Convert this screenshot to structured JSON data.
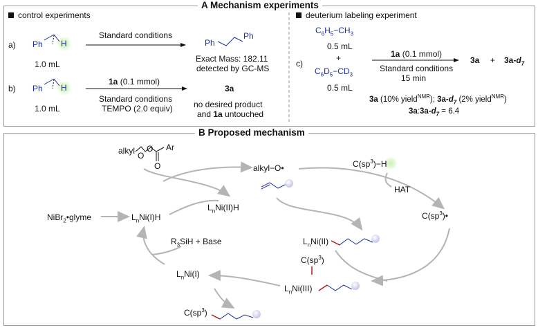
{
  "panelA": {
    "letter": "A",
    "title": "Mechanism experiments",
    "control_title": "control experiments",
    "row_a_label": "a)",
    "row_b_label": "b)",
    "reagent_ph": "Ph",
    "reagent_h": "H",
    "amount_a": "1.0 mL",
    "amount_b": "1.0 mL",
    "arrow_a_top": "Standard conditions",
    "product_ph_left": "Ph",
    "product_ph_right": "Ph",
    "exact_mass": "Exact Mass: 182.11",
    "detected": "detected by GC-MS",
    "arrow_b_top_bold": "1a",
    "arrow_b_top_rest": " (0.1 mmol)",
    "arrow_b_bottom1": "Standard conditions",
    "arrow_b_bottom2": "TEMPO (2.0 equiv)",
    "product_b": "3a",
    "no_product_1": "no desired product",
    "no_product_2_pre": "and ",
    "no_product_2_bold": "1a",
    "no_product_2_post": " untouched",
    "deut_title": "deuterium labeling experiment",
    "row_c_label": "c)",
    "tol_h_1": "C",
    "tol_h_2": "6",
    "tol_h_3": "H",
    "tol_h_4": "5",
    "tol_h_5": "−CH",
    "tol_h_6": "3",
    "tol_amount1": "0.5 mL",
    "plus": "+",
    "tol_d_1": "C",
    "tol_d_2": "6",
    "tol_d_3": "D",
    "tol_d_4": "5",
    "tol_d_5": "−CD",
    "tol_d_6": "3",
    "tol_amount2": "0.5 mL",
    "arrow_c_top_bold": "1a",
    "arrow_c_top_rest": " (0.1 mmol)",
    "arrow_c_bottom1": "Standard conditions",
    "arrow_c_bottom2": "15 min",
    "prod_3a": "3a",
    "prod_plus": "+",
    "prod_3ad_main": "3a-",
    "prod_3ad_d": "d",
    "prod_3ad_sub": "7",
    "yield_3a": "3a",
    "yield_3a_text": " (10% yield",
    "yield_nmr": "NMR",
    "yield_close": ");",
    "yield_3ad_main": "3a-",
    "yield_3ad_d": "d",
    "yield_3ad_sub": "7",
    "yield_3ad_text": " (2% yield",
    "yield_nmr2": "NMR",
    "yield_close2": ")",
    "ratio_a": "3a",
    "ratio_colon": ":",
    "ratio_b_main": "3a-",
    "ratio_b_d": "d",
    "ratio_b_sub": "7",
    "ratio_val": " = 6.4"
  },
  "panelB": {
    "letter": "B",
    "title": "Proposed mechanism",
    "peroxide_alkyl": "alkyl",
    "peroxide_o1": "O",
    "peroxide_o2": "O",
    "peroxide_o3": "O",
    "peroxide_ar": "Ar",
    "alkoxy": "alkyl−O•",
    "csp3h_c": "C(sp",
    "csp3h_3": "3",
    "csp3h_h": ")−",
    "csp3h_hh": "H",
    "hat": "HAT",
    "lniih_l": "L",
    "lniih_n": "n",
    "lniih_rest": "Ni(II)H",
    "csp3_rad": "C(sp",
    "csp3_rad_3": "3",
    "csp3_rad_end": ")•",
    "nibr_1": "NiBr",
    "nibr_2": "2",
    "nibr_3": "•glyme",
    "lnii_h_l": "L",
    "lnii_h_n": "n",
    "lnii_h_rest": "Ni(I)H",
    "r3sih": "R",
    "r3sih_3": "3",
    "r3sih_rest": "SiH  + Base",
    "lniialk_l": "L",
    "lniialk_n": "n",
    "lniialk_rest": "Ni(II)",
    "lni1_l": "L",
    "lni1_n": "n",
    "lni1_rest": "Ni(I)",
    "lniii_l": "L",
    "lniii_n": "n",
    "lniii_rest": "Ni(III)",
    "lniii_top": "C(sp",
    "lniii_top_3": "3",
    "lniii_top_end": ")",
    "prod_c": "C(sp",
    "prod_3": "3",
    "prod_end": ")"
  },
  "colors": {
    "blue": "#1f2f9c",
    "red": "#b01e1e",
    "green_glow": "#c9f0b0",
    "ball": "#dcdcf2",
    "arrow_gray": "#b4b4b4",
    "border": "#9a9a9a"
  }
}
